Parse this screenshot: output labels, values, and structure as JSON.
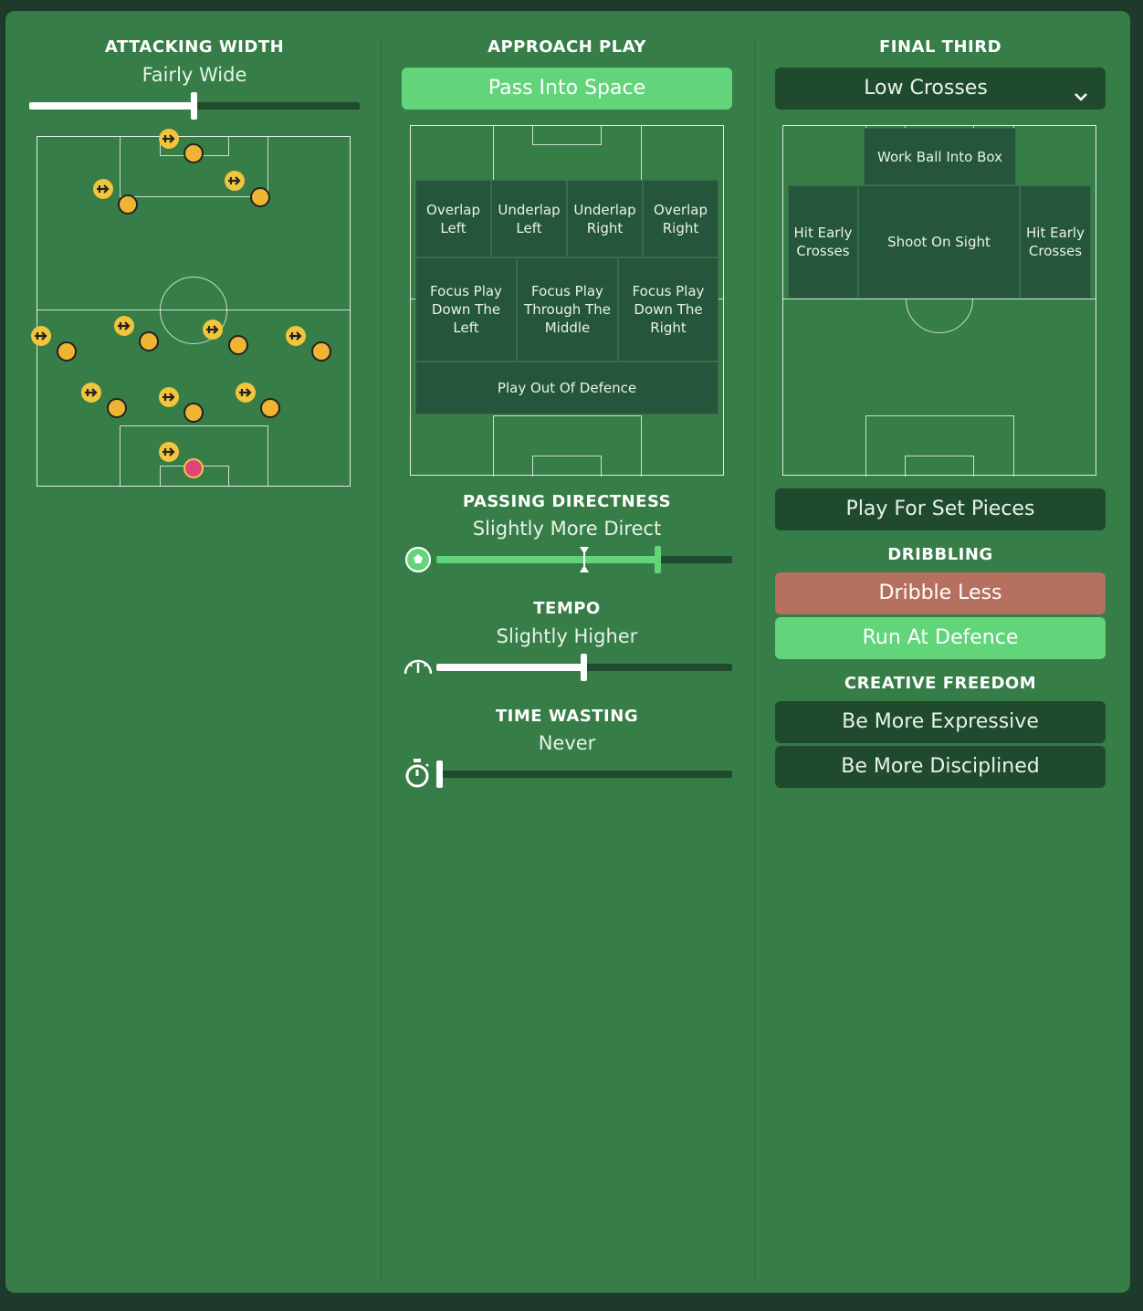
{
  "attacking_width": {
    "title": "ATTACKING WIDTH",
    "value": "Fairly Wide",
    "level": 0.5
  },
  "approach_play": {
    "title": "APPROACH PLAY",
    "selected_button": "Pass Into Space",
    "zones": {
      "overlap_left": "Overlap\nLeft",
      "underlap_left": "Underlap\nLeft",
      "underlap_right": "Underlap\nRight",
      "overlap_right": "Overlap\nRight",
      "focus_left": "Focus Play\nDown The\nLeft",
      "focus_middle": "Focus Play\nThrough The\nMiddle",
      "focus_right": "Focus Play\nDown The\nRight",
      "play_out": "Play Out Of Defence"
    }
  },
  "final_third": {
    "title": "FINAL THIRD",
    "dropdown_value": "Low Crosses",
    "zones": {
      "work_ball": "Work Ball Into Box",
      "hit_early_left": "Hit Early\nCrosses",
      "shoot_on_sight": "Shoot On Sight",
      "hit_early_right": "Hit Early\nCrosses"
    },
    "set_pieces_button": "Play For Set Pieces"
  },
  "passing_directness": {
    "title": "PASSING DIRECTNESS",
    "value": "Slightly More Direct",
    "level": 0.75
  },
  "tempo": {
    "title": "TEMPO",
    "value": "Slightly Higher",
    "level": 0.5
  },
  "time_wasting": {
    "title": "TIME WASTING",
    "value": "Never",
    "level": 0.0
  },
  "dribbling": {
    "title": "DRIBBLING",
    "dribble_less": "Dribble Less",
    "run_at_defence": "Run At Defence"
  },
  "creative_freedom": {
    "title": "CREATIVE FREEDOM",
    "expressive": "Be More Expressive",
    "disciplined": "Be More Disciplined"
  },
  "colors": {
    "panel": "#367d47",
    "dark": "#1f4a2e",
    "green": "#62d57b",
    "red": "#b5705f",
    "player": "#f0b434",
    "goalkeeper": "#e0457a"
  },
  "icons": [
    "football-icon",
    "speedometer-icon",
    "stopwatch-icon",
    "chevron-down-icon",
    "run-arrow-icon"
  ]
}
